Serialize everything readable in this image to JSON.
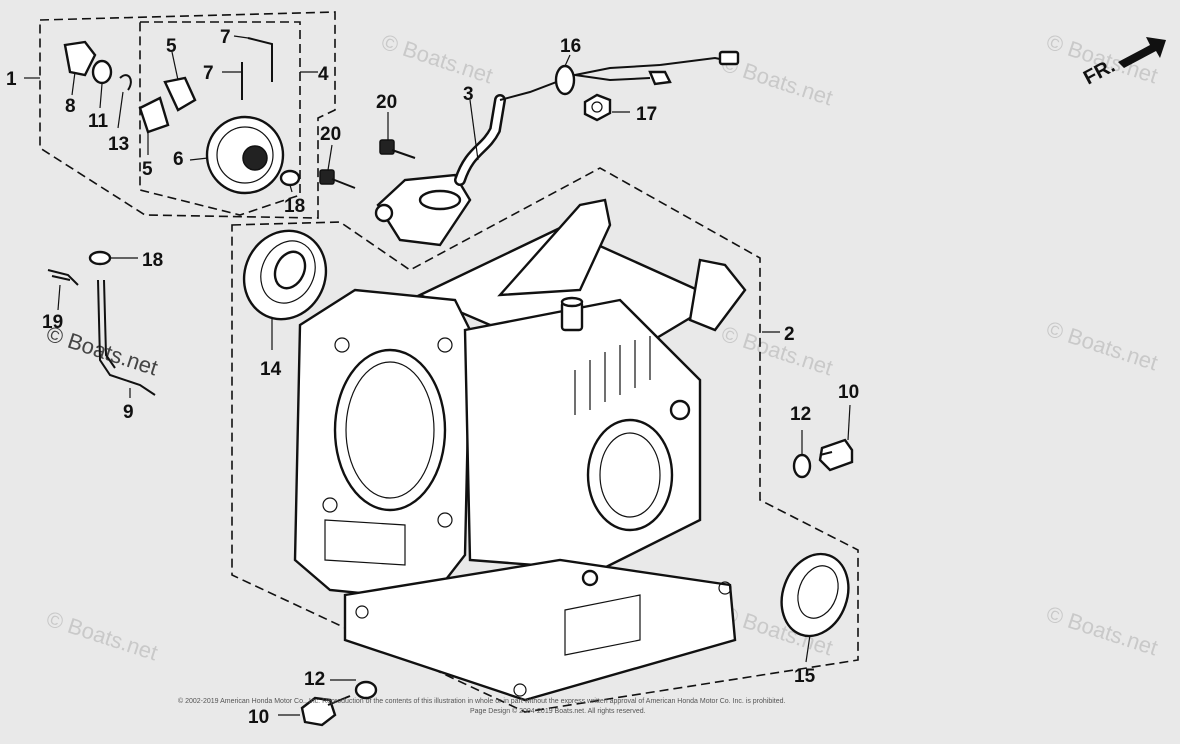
{
  "callouts": {
    "c1": "1",
    "c2": "2",
    "c3": "3",
    "c4": "4",
    "c5a": "5",
    "c5b": "5",
    "c6": "6",
    "c7a": "7",
    "c7b": "7",
    "c8": "8",
    "c9": "9",
    "c10a": "10",
    "c10b": "10",
    "c11": "11",
    "c12a": "12",
    "c12b": "12",
    "c13": "13",
    "c14": "14",
    "c15": "15",
    "c16": "16",
    "c17": "17",
    "c18a": "18",
    "c18b": "18",
    "c19": "19",
    "c20a": "20",
    "c20b": "20"
  },
  "watermark": "© Boats.net",
  "front_label": "FR.",
  "copyright": {
    "line1": "© 2002-2019 American Honda Motor Co., Inc. Reproduction of the contents of this illustration in whole or in part without the express written approval of American Honda Motor Co. Inc. is prohibited.",
    "line2": "Page Design © 2004-2019 Boats.net. All rights reserved."
  },
  "colors": {
    "background": "#e9e9e9",
    "ink": "#111111",
    "watermark": "#c9c9c9"
  },
  "icons": {
    "front_arrow": "arrow-icon"
  }
}
